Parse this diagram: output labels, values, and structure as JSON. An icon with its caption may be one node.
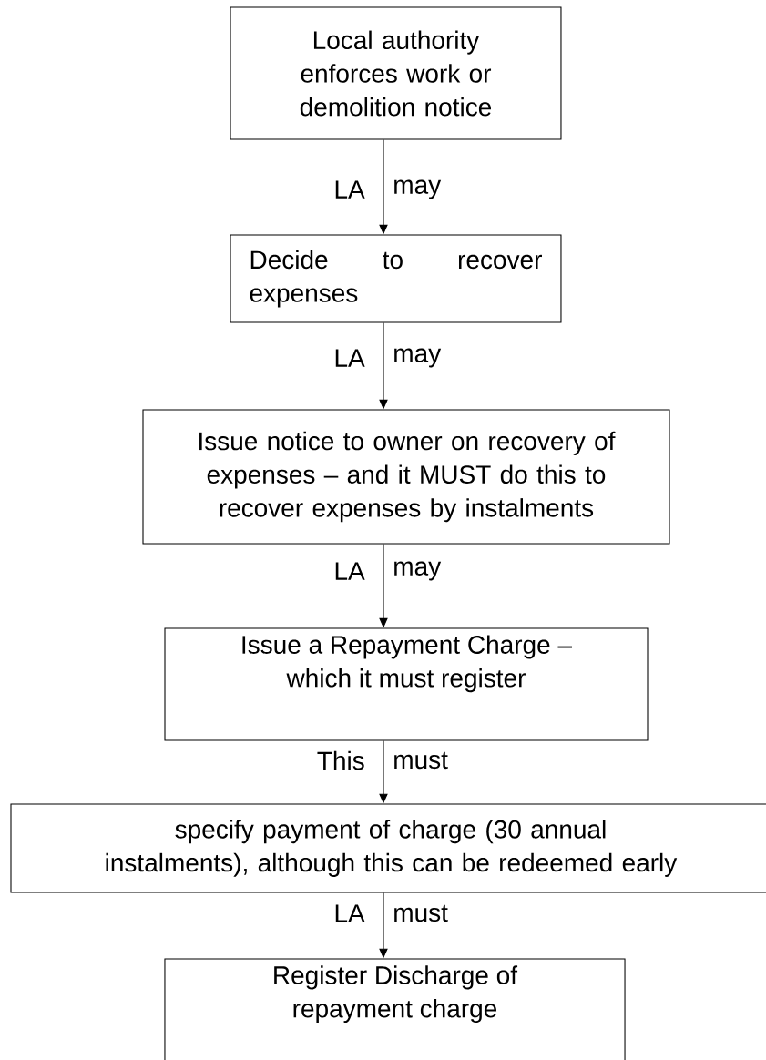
{
  "diagram": {
    "nodes": [
      {
        "text": [
          "Local authority enforces work or demolition notice"
        ]
      },
      {
        "text": [
          "Decide to recover expenses"
        ]
      },
      {
        "text": [
          "Issue notice to owner on recovery of expenses – and it MUST do this to recover expenses by instalments"
        ]
      },
      {
        "text": [
          "Issue a Repayment Charge – which it must register"
        ]
      },
      {
        "text": [
          "specify payment of charge (30 annual instalments), although this can be redeemed early"
        ]
      },
      {
        "text": [
          "Register Discharge of repayment charge"
        ]
      }
    ],
    "edges": [
      {
        "from": 0,
        "to": 1,
        "arrow": "to",
        "label": "LA"
      },
      {
        "from": 1,
        "to": 2,
        "arrow": "to",
        "label": "LA"
      },
      {
        "from": 2,
        "to": 3,
        "arrow": "to",
        "label": "LA"
      },
      {
        "from": 3,
        "to": 4,
        "arrow": "to",
        "label": "This"
      },
      {
        "from": 4,
        "to": 5,
        "arrow": "to",
        "label": "LA"
      }
    ],
    "labels": [
      "may",
      "may",
      "may",
      "must",
      "must"
    ]
  }
}
